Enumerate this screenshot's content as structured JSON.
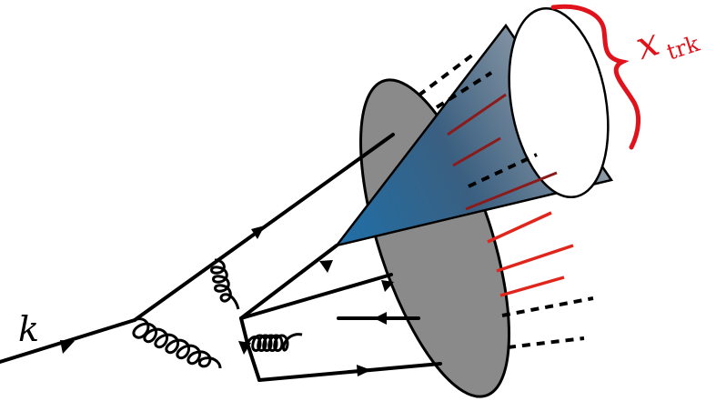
{
  "diagram": {
    "incoming_label": "k",
    "cone_label": {
      "main": "x",
      "sub": "trk"
    },
    "colors": {
      "line": "#000000",
      "disk_fill": "#8a8a8a",
      "cone_blue": "#1f6fa8",
      "cone_gray": "#9aa0a6",
      "inner_track": "#8b1a1a",
      "outer_track": "#e0261c",
      "brace": "#e0121c"
    },
    "icons": {
      "incoming_momentum": "arrow-icon",
      "gluon": "coil-icon",
      "jet_cone": "cone-icon",
      "detector_disk": "ellipse-icon",
      "brace": "curly-brace-icon"
    }
  }
}
